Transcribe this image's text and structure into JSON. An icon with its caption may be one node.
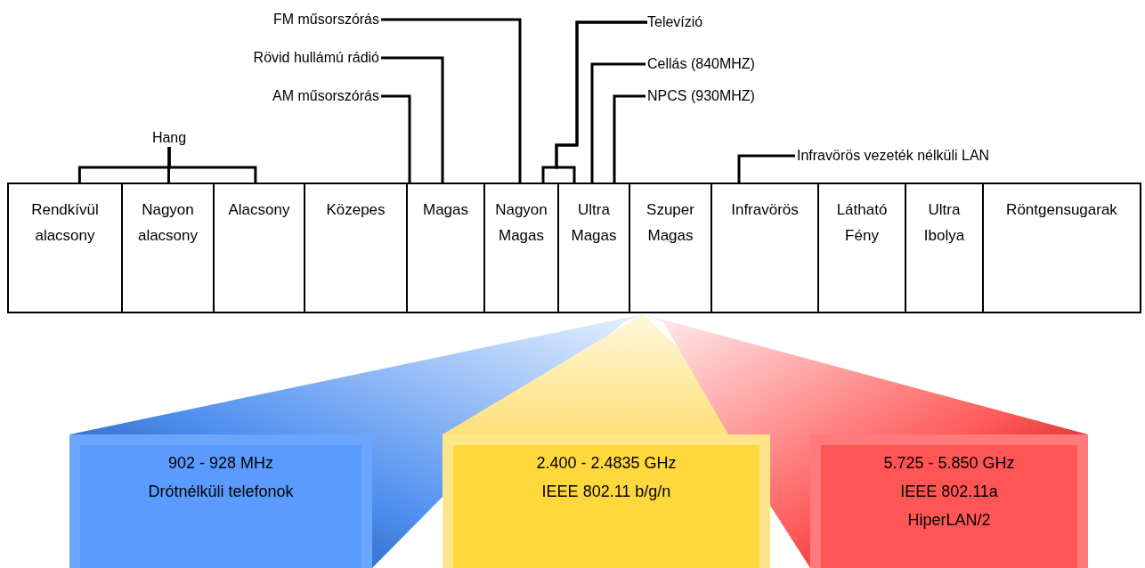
{
  "diagram": {
    "nodes": [
      {
        "text": [
          "Rendkívül alacsony"
        ]
      },
      {
        "text": [
          "Nagyon alacsony"
        ]
      },
      {
        "text": [
          "Alacsony"
        ]
      },
      {
        "text": [
          "Közepes"
        ]
      },
      {
        "text": [
          "Magas"
        ]
      },
      {
        "text": [
          "Nagyon Magas"
        ]
      },
      {
        "text": [
          "Ultra Magas"
        ]
      },
      {
        "text": [
          "Szuper Magas"
        ]
      },
      {
        "text": [
          "Infravörös"
        ]
      },
      {
        "text": [
          "Látható Fény"
        ]
      },
      {
        "text": [
          "Ultra Ibolya"
        ]
      },
      {
        "text": [
          "Röntgensugarak"
        ]
      },
      {
        "text": [
          "Hang"
        ]
      },
      {
        "text": [
          "AM műsorszórás"
        ]
      },
      {
        "text": [
          "Rövid hullámú rádió"
        ]
      },
      {
        "text": [
          "FM műsorszórás"
        ]
      },
      {
        "text": [
          "Televízió"
        ]
      },
      {
        "text": [
          "Cellás (840MHZ)"
        ]
      },
      {
        "text": [
          "NPCS (930MHZ)"
        ]
      },
      {
        "text": [
          "Infravörös vezeték nélküli LAN"
        ]
      },
      {
        "text": [
          "902 - 928 MHz",
          "Drótnélküli telefonok"
        ]
      },
      {
        "text": [
          "2.400 - 2.4835 GHz",
          "IEEE 802.11 b/g/n"
        ]
      },
      {
        "text": [
          "5.725 - 5.850 GHz",
          "IEEE 802.11a",
          "HiperLAN/2"
        ]
      }
    ],
    "edges": [
      {
        "from": 12,
        "to": 0,
        "arrow": "none"
      },
      {
        "from": 12,
        "to": 1,
        "arrow": "none"
      },
      {
        "from": 12,
        "to": 2,
        "arrow": "none"
      },
      {
        "from": 13,
        "to": 4,
        "arrow": "none"
      },
      {
        "from": 14,
        "to": 4,
        "arrow": "none"
      },
      {
        "from": 15,
        "to": 5,
        "arrow": "none"
      },
      {
        "from": 16,
        "to": 5,
        "arrow": "none"
      },
      {
        "from": 16,
        "to": 6,
        "arrow": "none"
      },
      {
        "from": 17,
        "to": 6,
        "arrow": "none"
      },
      {
        "from": 18,
        "to": 6,
        "arrow": "none"
      },
      {
        "from": 19,
        "to": 8,
        "arrow": "none"
      },
      {
        "from": 7,
        "to": 20,
        "arrow": "none"
      },
      {
        "from": 7,
        "to": 21,
        "arrow": "none"
      },
      {
        "from": 7,
        "to": 22,
        "arrow": "none"
      }
    ]
  }
}
